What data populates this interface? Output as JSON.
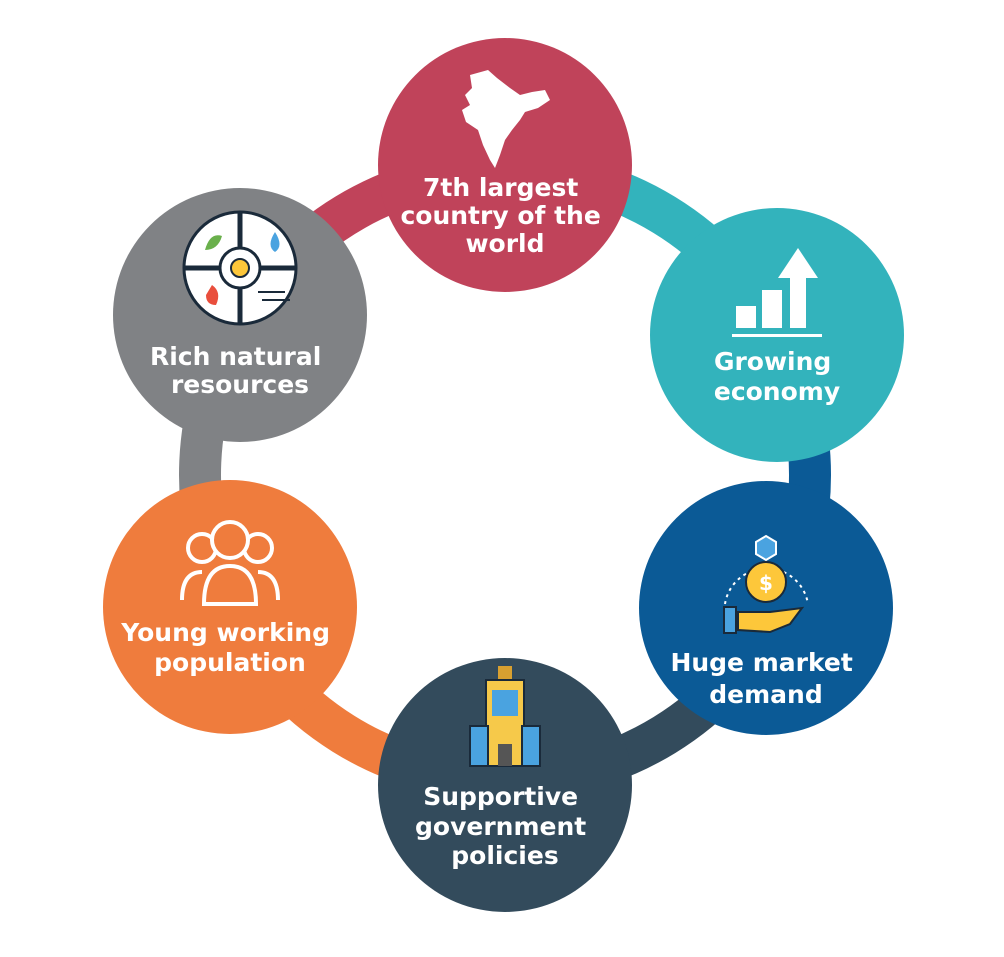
{
  "diagram": {
    "nodes": [
      {
        "id": "size",
        "lines": [
          "7th largest",
          "country of the",
          "world"
        ],
        "color": "#C0435A",
        "icon": "india-map-icon"
      },
      {
        "id": "economy",
        "lines": [
          "Growing",
          "economy"
        ],
        "color": "#33B3BC",
        "icon": "growth-chart-icon"
      },
      {
        "id": "demand",
        "lines": [
          "Huge market",
          "demand"
        ],
        "color": "#0B5A96",
        "icon": "money-hand-icon"
      },
      {
        "id": "policies",
        "lines": [
          "Supportive",
          "government",
          "policies"
        ],
        "color": "#334B5C",
        "icon": "government-building-icon"
      },
      {
        "id": "population",
        "lines": [
          "Young working",
          "population"
        ],
        "color": "#EF7C3D",
        "icon": "people-group-icon"
      },
      {
        "id": "resources",
        "lines": [
          "Rich natural",
          "resources"
        ],
        "color": "#808285",
        "icon": "natural-resources-icon"
      }
    ]
  }
}
